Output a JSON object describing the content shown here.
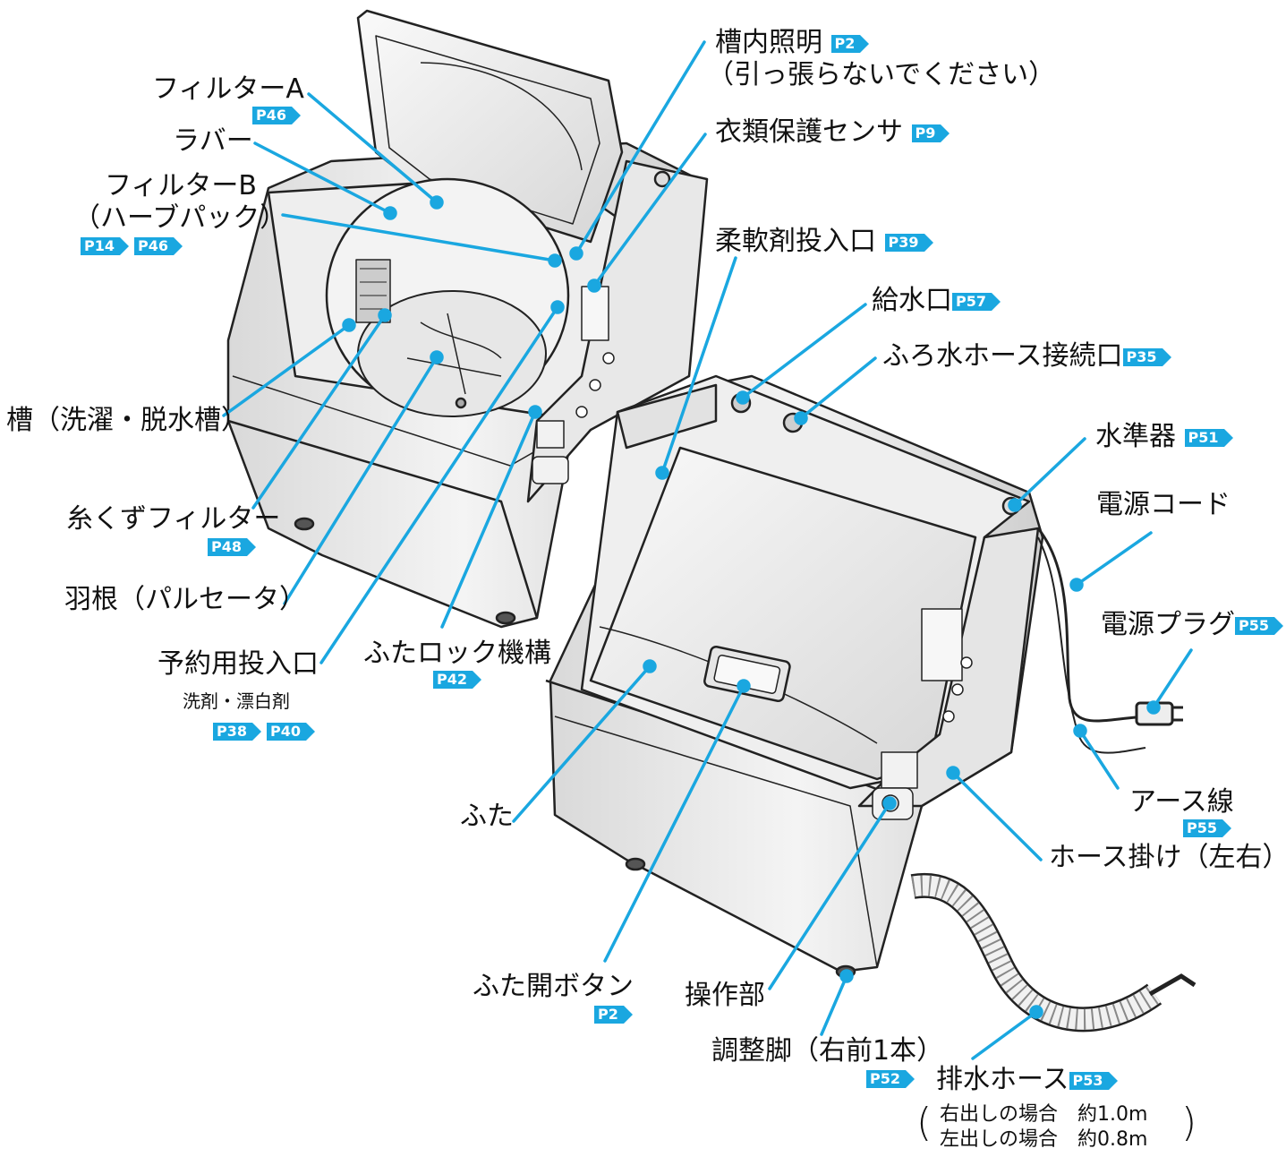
{
  "labels": {
    "filterA": "フィルターA",
    "rubber": "ラバー",
    "filterB": "フィルターB",
    "herbPack": "（ハーブパック）",
    "tub": "槽（洗濯・脱水槽）",
    "lintFilter": "糸くずフィルター",
    "pulsator": "羽根（パルセータ）",
    "reserveInlet": "予約用投入口",
    "reserveInletSub": "洗剤・漂白剤",
    "lidLock": "ふたロック機構",
    "tubLight": "槽内照明",
    "tubLightNote": "（引っ張らないでください）",
    "clothSensor": "衣類保護センサ",
    "softenerInlet": "柔軟剤投入口",
    "waterInlet": "給水口",
    "bathHoseInlet": "ふろ水ホース接続口",
    "level": "水準器",
    "powerCord": "電源コード",
    "powerPlug": "電源プラグ",
    "earthWire": "アース線",
    "hoseHanger": "ホース掛け（左右）",
    "lid": "ふた",
    "lidOpenButton": "ふた開ボタン",
    "controlPanel": "操作部",
    "adjustFoot": "調整脚（右前1本）",
    "drainHose": "排水ホース",
    "drainRight": "右出しの場合　約1.0m",
    "drainLeft": "左出しの場合　約0.8m"
  },
  "pages": {
    "filterA": "P46",
    "filterB1": "P14",
    "filterB2": "P46",
    "lintFilter": "P48",
    "reserve1": "P38",
    "reserve2": "P40",
    "lidLock": "P42",
    "tubLight": "P2",
    "clothSensor": "P9",
    "softener": "P39",
    "waterInlet": "P57",
    "bathHose": "P35",
    "level": "P51",
    "powerPlug": "P55",
    "earthWire": "P55",
    "lidOpenButton": "P2",
    "adjustFoot": "P52",
    "drainHose": "P53"
  },
  "colors": {
    "leader": "#1aa7e0",
    "badge": "#1aa7e0",
    "outline": "#222222"
  }
}
